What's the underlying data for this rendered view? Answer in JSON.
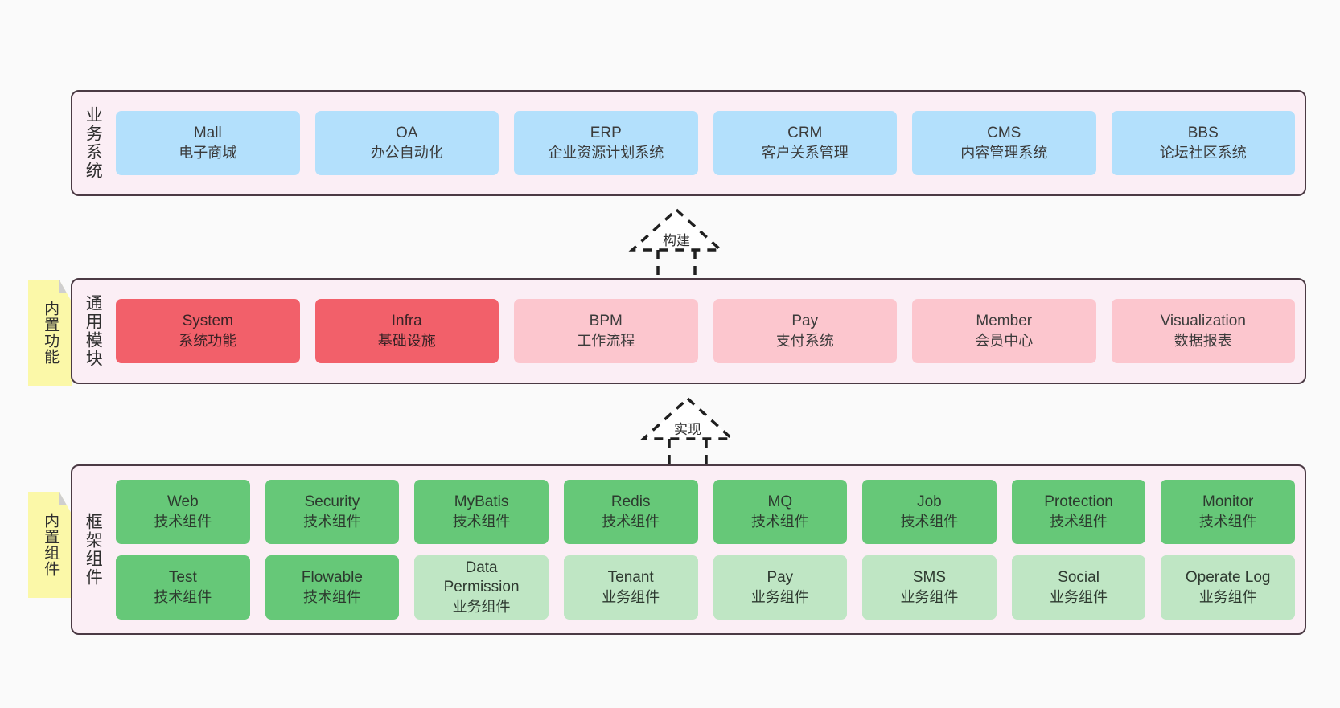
{
  "diagram": {
    "background": "#fafafa",
    "layer_border": "#4b3a44",
    "layer_fill": "#fbeef5"
  },
  "layers": [
    {
      "id": "business-system",
      "title": "业务系统",
      "rows": [
        {
          "cards": [
            {
              "name": "Mall",
              "desc": "电子商城",
              "color": "#b3e0fc",
              "variant": "c-blue"
            },
            {
              "name": "OA",
              "desc": "办公自动化",
              "color": "#b3e0fc",
              "variant": "c-blue"
            },
            {
              "name": "ERP",
              "desc": "企业资源计划系统",
              "color": "#b3e0fc",
              "variant": "c-blue"
            },
            {
              "name": "CRM",
              "desc": "客户关系管理",
              "color": "#b3e0fc",
              "variant": "c-blue"
            },
            {
              "name": "CMS",
              "desc": "内容管理系统",
              "color": "#b3e0fc",
              "variant": "c-blue"
            },
            {
              "name": "BBS",
              "desc": "论坛社区系统",
              "color": "#b3e0fc",
              "variant": "c-blue"
            }
          ]
        }
      ]
    },
    {
      "id": "common-module",
      "title": "通用模块",
      "sticky": "内置功能",
      "rows": [
        {
          "cards": [
            {
              "name": "System",
              "desc": "系统功能",
              "color": "#f2606a",
              "variant": "c-red"
            },
            {
              "name": "Infra",
              "desc": "基础设施",
              "color": "#f2606a",
              "variant": "c-red"
            },
            {
              "name": "BPM",
              "desc": "工作流程",
              "color": "#fcc6ce",
              "variant": "c-pink"
            },
            {
              "name": "Pay",
              "desc": "支付系统",
              "color": "#fcc6ce",
              "variant": "c-pink"
            },
            {
              "name": "Member",
              "desc": "会员中心",
              "color": "#fcc6ce",
              "variant": "c-pink"
            },
            {
              "name": "Visualization",
              "desc": "数据报表",
              "color": "#fcc6ce",
              "variant": "c-pink"
            }
          ]
        }
      ]
    },
    {
      "id": "framework-component",
      "title": "框架组件",
      "sticky": "内置组件",
      "rows": [
        {
          "cards": [
            {
              "name": "Web",
              "desc": "技术组件",
              "color": "#66c878",
              "variant": "c-green"
            },
            {
              "name": "Security",
              "desc": "技术组件",
              "color": "#66c878",
              "variant": "c-green"
            },
            {
              "name": "MyBatis",
              "desc": "技术组件",
              "color": "#66c878",
              "variant": "c-green"
            },
            {
              "name": "Redis",
              "desc": "技术组件",
              "color": "#66c878",
              "variant": "c-green"
            },
            {
              "name": "MQ",
              "desc": "技术组件",
              "color": "#66c878",
              "variant": "c-green"
            },
            {
              "name": "Job",
              "desc": "技术组件",
              "color": "#66c878",
              "variant": "c-green"
            },
            {
              "name": "Protection",
              "desc": "技术组件",
              "color": "#66c878",
              "variant": "c-green"
            },
            {
              "name": "Monitor",
              "desc": "技术组件",
              "color": "#66c878",
              "variant": "c-green"
            }
          ]
        },
        {
          "cards": [
            {
              "name": "Test",
              "desc": "技术组件",
              "color": "#66c878",
              "variant": "c-green"
            },
            {
              "name": "Flowable",
              "desc": "技术组件",
              "color": "#66c878",
              "variant": "c-green"
            },
            {
              "name": "Data Permission",
              "desc": "业务组件",
              "color": "#bfe6c4",
              "variant": "c-lightgreen"
            },
            {
              "name": "Tenant",
              "desc": "业务组件",
              "color": "#bfe6c4",
              "variant": "c-lightgreen"
            },
            {
              "name": "Pay",
              "desc": "业务组件",
              "color": "#bfe6c4",
              "variant": "c-lightgreen"
            },
            {
              "name": "SMS",
              "desc": "业务组件",
              "color": "#bfe6c4",
              "variant": "c-lightgreen"
            },
            {
              "name": "Social",
              "desc": "业务组件",
              "color": "#bfe6c4",
              "variant": "c-lightgreen"
            },
            {
              "name": "Operate Log",
              "desc": "业务组件",
              "color": "#bfe6c4",
              "variant": "c-lightgreen"
            }
          ]
        }
      ]
    }
  ],
  "connectors": [
    {
      "id": "build",
      "label": "构建",
      "style": "dashed-hollow-triangle-up"
    },
    {
      "id": "implement",
      "label": "实现",
      "style": "dashed-hollow-triangle-up"
    }
  ]
}
